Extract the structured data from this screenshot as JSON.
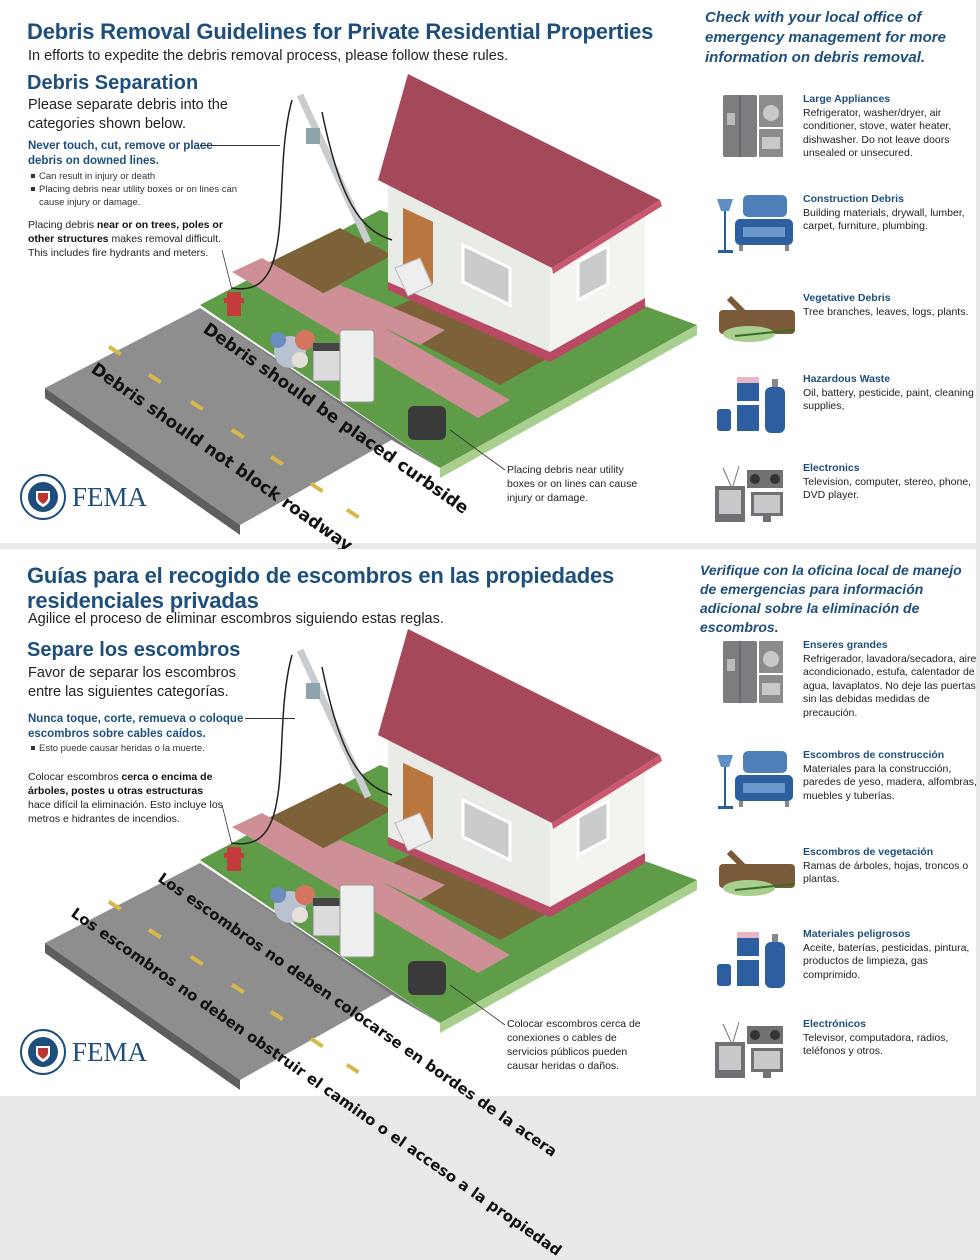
{
  "english": {
    "title": "Debris Removal Guidelines for Private Residential Properties",
    "subtitle": "In efforts to expedite the debris removal process, please follow these rules.",
    "section_heading": "Debris Separation",
    "section_text": "Please separate debris into the categories shown below.",
    "warning": "Never touch, cut, remove or place debris on downed lines.",
    "bullets": [
      "Can result in injury or death",
      "Placing debris near utility boxes or on lines can cause injury or damage."
    ],
    "trees_note_pre": "Placing debris ",
    "trees_note_bold": "near or on trees, poles or other structures",
    "trees_note_post": " makes removal difficult. This includes fire hydrants and meters.",
    "road_text_1": "Debris should be placed curbside",
    "road_text_2": "Debris should not block roadway or access to the property",
    "utility_callout": "Placing debris near utility boxes or on lines can cause injury or damage.",
    "check_note": "Check with your local office of emergency management for more information on debris removal.",
    "categories": [
      {
        "name": "Large Appliances",
        "desc": "Refrigerator, washer/dryer, air conditioner, stove, water heater, dishwasher. Do not leave doors unsealed  or unsecured.",
        "icon": "appliances-icon"
      },
      {
        "name": "Construction Debris",
        "desc": "Building materials, drywall, lumber, carpet, furniture, plumbing.",
        "icon": "furniture-icon"
      },
      {
        "name": "Vegetative Debris",
        "desc": "Tree branches, leaves, logs, plants.",
        "icon": "log-icon"
      },
      {
        "name": "Hazardous Waste",
        "desc": "Oil, battery, pesticide, paint, cleaning supplies,",
        "icon": "hazardous-icon"
      },
      {
        "name": "Electronics",
        "desc": "Television, computer, stereo, phone, DVD player.",
        "icon": "electronics-icon"
      }
    ],
    "logo": "FEMA"
  },
  "spanish": {
    "title": "Guías para el recogido de escombros en las propiedades residenciales privadas",
    "subtitle": "Agilice el proceso de eliminar escombros siguiendo estas reglas.",
    "section_heading": "Separe los escombros",
    "section_text": "Favor de separar los escombros entre las siguientes categorías.",
    "warning": "Nunca toque, corte, remueva o coloque escombros sobre cables caídos.",
    "bullets": [
      "Esto puede causar heridas o la muerte."
    ],
    "trees_note_pre": "Colocar escombros ",
    "trees_note_bold": "cerca o encima de árboles, postes u otras estructuras",
    "trees_note_post": " hace difícil la eliminación. Esto incluye los metros e hidrantes de incendios.",
    "road_text_1": "Los escombros no deben colocarse en bordes de la acera",
    "road_text_2": "Los escombros no deben obstruir el camino o el acceso a la propiedad",
    "utility_callout": "Colocar escombros cerca de conexiones o cables de servicios públicos pueden causar heridas o daños.",
    "check_note": "Verifique con la oficina local de manejo de emergencias para información adicional sobre la eliminación de escombros.",
    "categories": [
      {
        "name": "Enseres grandes",
        "desc": "Refrigerador, lavadora/secadora, aire acondicionado, estufa, calentador de agua, lavaplatos. No deje las puertas sin las debidas medidas de precaución.",
        "icon": "appliances-icon"
      },
      {
        "name": "Escombros de construcción",
        "desc": "Materiales para la construcción, paredes de yeso, madera, alfombras, muebles y tuberías.",
        "icon": "furniture-icon"
      },
      {
        "name": "Escombros de vegetación",
        "desc": "Ramas de árboles, hojas, troncos o plantas.",
        "icon": "log-icon"
      },
      {
        "name": "Materiales peligrosos",
        "desc": "Aceite, baterías, pesticidas, pintura, productos de limpieza, gas comprimido.",
        "icon": "hazardous-icon"
      },
      {
        "name": "Electrónicos",
        "desc": "Televisor, computadora, radios, teléfonos y otros.",
        "icon": "electronics-icon"
      }
    ],
    "logo": "FEMA"
  },
  "colors": {
    "brand_blue": "#1e4f7c",
    "roof": "#a5485a",
    "grass": "#5f9c48",
    "road": "#8e8e8e"
  }
}
